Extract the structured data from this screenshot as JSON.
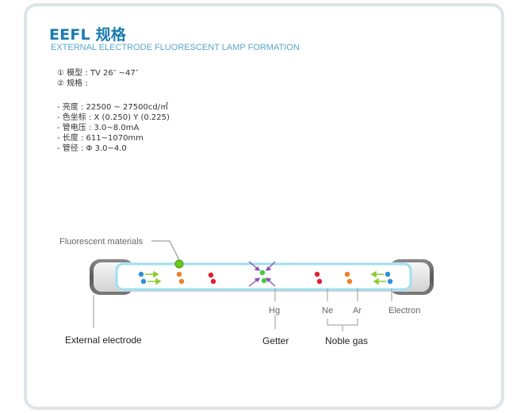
{
  "header": {
    "title": "EEFL 规格",
    "subtitle": "EXTERNAL ELECTRODE FLUORESCENT LAMP FORMATION"
  },
  "specs": {
    "model": "① 模型 : TV 26″ ~47″",
    "spec_heading": "② 规格 :",
    "items": [
      "- 亮度 : 22500 ~ 27500cd/㎡",
      "- 色坐标 : X (0.250)  Y (0.225)",
      "- 管电压 : 3.0~8.0mA",
      "- 长度 : 611~1070mm",
      "- 管径 : Φ 3.0~4.0"
    ]
  },
  "diagram": {
    "labels": {
      "fluorescent_materials": "Fluorescent materials",
      "external_electrode": "External electrode",
      "hg": "Hg",
      "getter": "Getter",
      "ne": "Ne",
      "ar": "Ar",
      "noble_gas": "Noble gas",
      "electron": "Electron"
    },
    "colors": {
      "electron": "#2e8fd8",
      "ar": "#f07f2a",
      "ne": "#e02030",
      "hg": "#3fcf3f",
      "arrow_green": "#8acb30",
      "arrow_purple": "#8a4fb0",
      "tube_glow": "#9fe0ef",
      "electrode": "#707070"
    }
  }
}
